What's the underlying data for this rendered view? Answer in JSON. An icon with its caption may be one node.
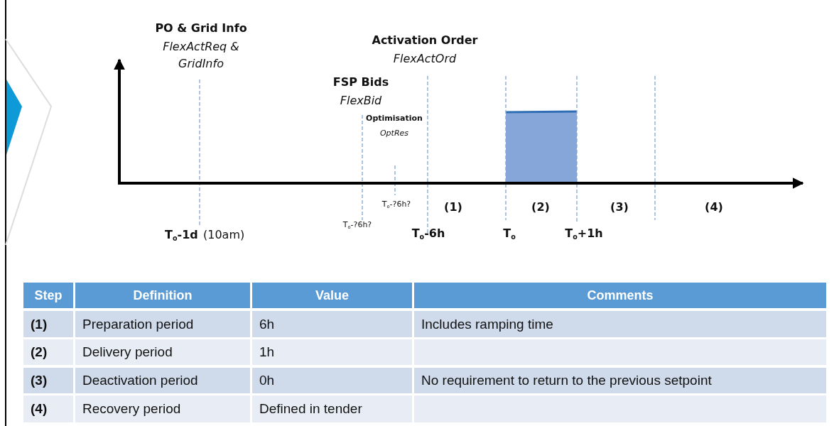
{
  "diagram": {
    "labels": [
      "PO & Grid Info",
      "FlexActReq & GridInfo",
      "Activation Order",
      "FlexActOrd",
      "FSP Bids",
      "FlexBid",
      "Optimisation",
      "OptRes",
      "T$_{o}$-?6h?",
      "(1)",
      "(2)",
      "(3)",
      "(4)",
      "T$_{o}$-?6h?",
      "T$_{o}$-1d",
      "(10am)",
      "T$_{o}$-6h",
      "T$_{o}$",
      "T$_{o}$+1h",
      "Step",
      "Definition",
      "Value",
      "Comments",
      "(1)",
      "Preparation period",
      "6h",
      "Includes ramping time",
      "(2)",
      "Delivery period",
      "1h",
      "(3)",
      "Deactivation period",
      "0h",
      "No requirement to return to the previous setpoint",
      "(4)",
      "Recovery period",
      "Defined in tender"
    ]
  }
}
